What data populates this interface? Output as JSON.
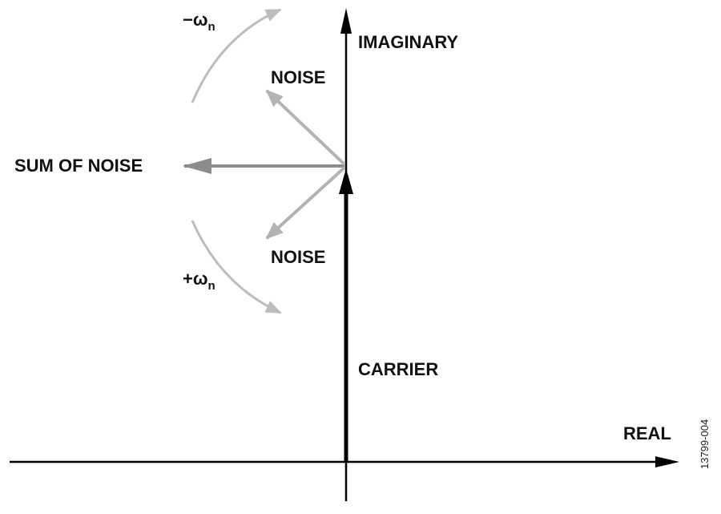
{
  "labels": {
    "imaginary": "IMAGINARY",
    "real": "REAL",
    "carrier": "CARRIER",
    "noise_upper": "NOISE",
    "noise_lower": "NOISE",
    "sum_of_noise": "SUM OF NOISE",
    "minus_omega": "−ω",
    "plus_omega": "+ω",
    "omega_subscript": "n",
    "figure_id": "13799-004"
  },
  "colors": {
    "axis": "#000000",
    "noise": "#b3b3b3",
    "sum": "#8c8c8c",
    "arc": "#bdbdbd"
  }
}
